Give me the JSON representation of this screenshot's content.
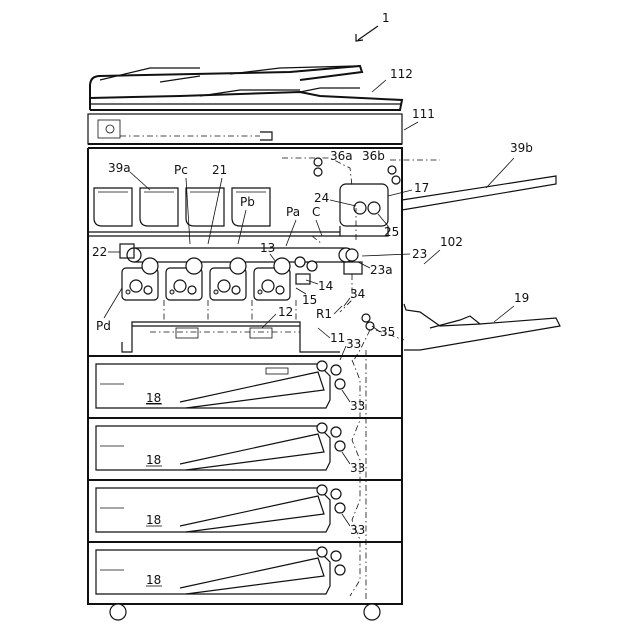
{
  "figure": {
    "ref_main": "1",
    "labels": {
      "l112": "112",
      "l111": "111",
      "l39a": "39a",
      "lPc": "Pc",
      "l21": "21",
      "l36a": "36a",
      "l36b": "36b",
      "l39b": "39b",
      "l17": "17",
      "l24": "24",
      "lPb": "Pb",
      "lPa": "Pa",
      "lC": "C",
      "l25": "25",
      "l102": "102",
      "l22": "22",
      "l13": "13",
      "l23": "23",
      "l23a": "23a",
      "l14": "14",
      "l34": "34",
      "l19": "19",
      "l15": "15",
      "lPd": "Pd",
      "l12": "12",
      "lR1": "R1",
      "l35": "35",
      "l11": "11",
      "l33a": "33",
      "l33b": "33",
      "l33c": "33",
      "l33d": "33",
      "l18a": "18",
      "l18b": "18",
      "l18c": "18",
      "l18d": "18"
    }
  }
}
